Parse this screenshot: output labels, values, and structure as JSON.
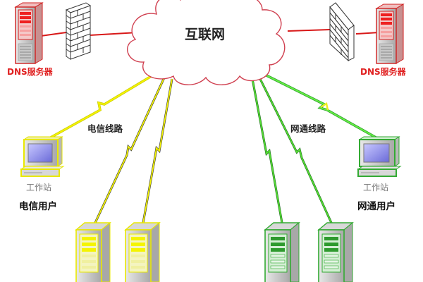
{
  "internet": {
    "label": "互联网"
  },
  "dns_servers": [
    {
      "label": "DNS服务器",
      "side": "left"
    },
    {
      "label": "DNS服务器",
      "side": "right"
    }
  ],
  "lines": {
    "telecom": {
      "label": "电信线路",
      "color": "#f2f200"
    },
    "netcom": {
      "label": "网通线路",
      "color": "#33cc22"
    }
  },
  "workstations": [
    {
      "label": "工作站",
      "user_label": "电信用户",
      "color": "#f2f200"
    },
    {
      "label": "工作站",
      "user_label": "网通用户",
      "color": "#33aa33"
    }
  ],
  "colors": {
    "dns_red": "#e02020",
    "cloud_stroke": "#d04050",
    "firewall": "#444444"
  }
}
